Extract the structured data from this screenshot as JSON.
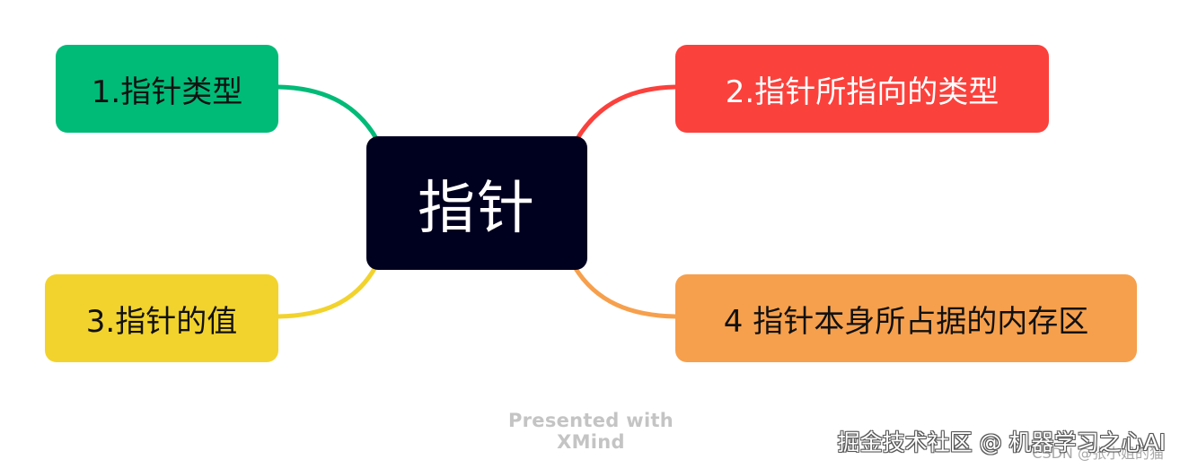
{
  "diagram": {
    "root": {
      "label": "指针",
      "color": "#00001f"
    },
    "branches": [
      {
        "label": "1.指针类型",
        "color": "#00bb78"
      },
      {
        "label": "2.指针所指向的类型",
        "color": "#fb413c"
      },
      {
        "label": "3.指针的值",
        "color": "#f2d32d"
      },
      {
        "label": "4 指针本身所占据的内存区",
        "color": "#f6a04d"
      }
    ]
  },
  "footer": {
    "presented_with": "Presented with XMind"
  },
  "watermarks": {
    "main": "掘金技术社区 @ 机器学习之心AI",
    "secondary": "CSDN @张小姐的猫"
  }
}
